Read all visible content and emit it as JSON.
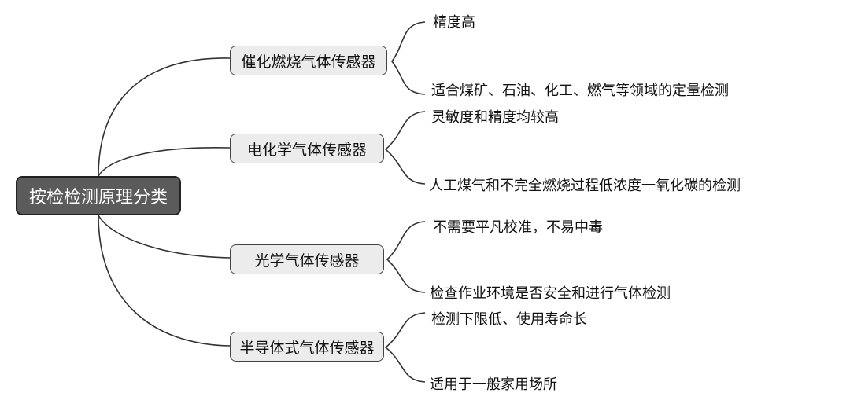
{
  "root": {
    "label": "按检检测原理分类"
  },
  "branches": [
    {
      "label": "催化燃烧气体传感器",
      "leaves": [
        "精度高",
        "适合煤矿、石油、化工、燃气等领域的定量检测"
      ]
    },
    {
      "label": "电化学气体传感器",
      "leaves": [
        "灵敏度和精度均较高",
        "人工煤气和不完全燃烧过程低浓度一氧化碳的检测"
      ]
    },
    {
      "label": "光学气体传感器",
      "leaves": [
        "不需要平凡校准，不易中毒",
        "检查作业环境是否安全和进行气体检测"
      ]
    },
    {
      "label": "半导体式气体传感器",
      "leaves": [
        "检测下限低、使用寿命长",
        "适用于一般家用场所"
      ]
    }
  ]
}
